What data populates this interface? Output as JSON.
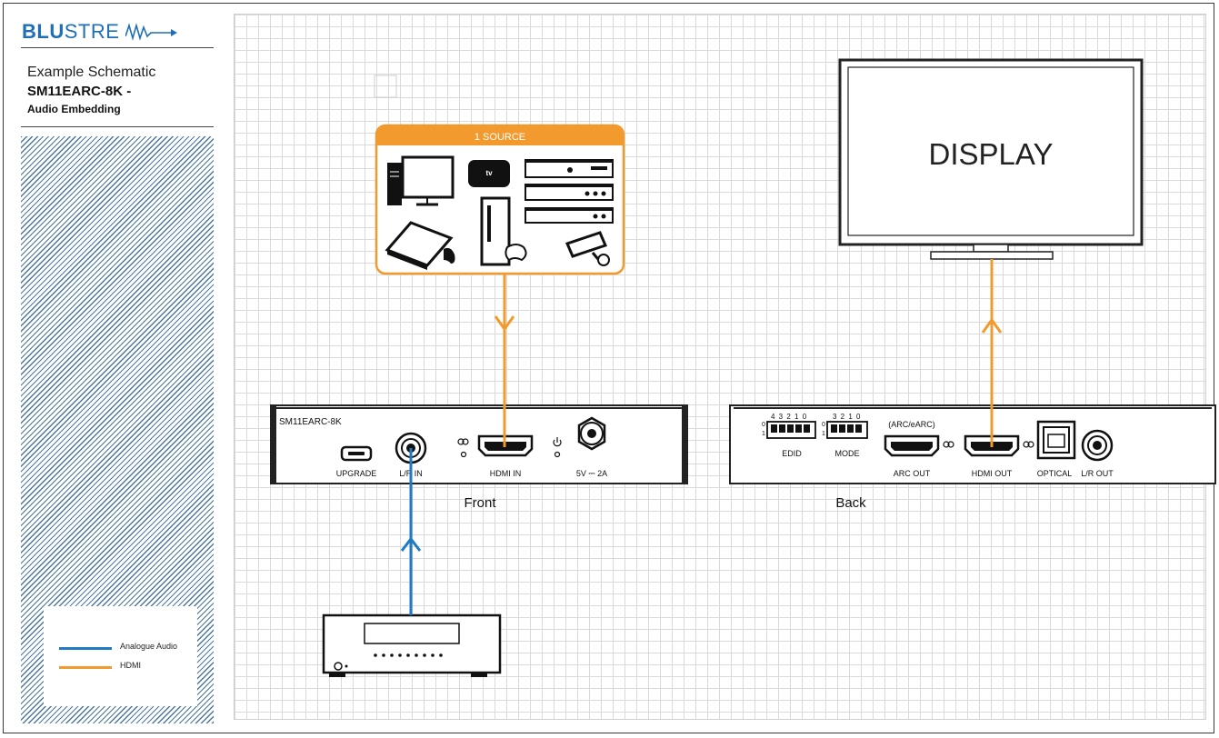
{
  "brand": {
    "blu": "BLU",
    "stream": "STRE"
  },
  "title": {
    "line1": "Example Schematic",
    "line2": "SM11EARC-8K -",
    "line3": "Audio Embedding"
  },
  "legend": [
    {
      "label": "Analogue Audio",
      "color": "#1f7bc4"
    },
    {
      "label": "HDMI",
      "color": "#f39a2e"
    }
  ],
  "source": {
    "header": "1 SOURCE"
  },
  "display": {
    "label": "DISPLAY"
  },
  "front": {
    "model": "SM11EARC-8K",
    "upgrade": "UPGRADE",
    "lr_in": "L/R IN",
    "hdmi_in": "HDMI IN",
    "power": "5V ⎓ 2A",
    "caption": "Front"
  },
  "back": {
    "edid": "EDID",
    "mode": "MODE",
    "arc_note": "(ARC/eARC)",
    "arc_out": "ARC OUT",
    "hdmi_out": "HDMI OUT",
    "optical": "OPTICAL",
    "lr_out": "L/R OUT",
    "edid_digits": "4 3 2 1 0",
    "mode_digits": "3 2 1 0",
    "dip_zero": "0",
    "dip_one": "1",
    "caption": "Back"
  },
  "colors": {
    "hdmi": "#f39a2e",
    "audio": "#1f7bc4",
    "brand": "#1e6fb7"
  }
}
